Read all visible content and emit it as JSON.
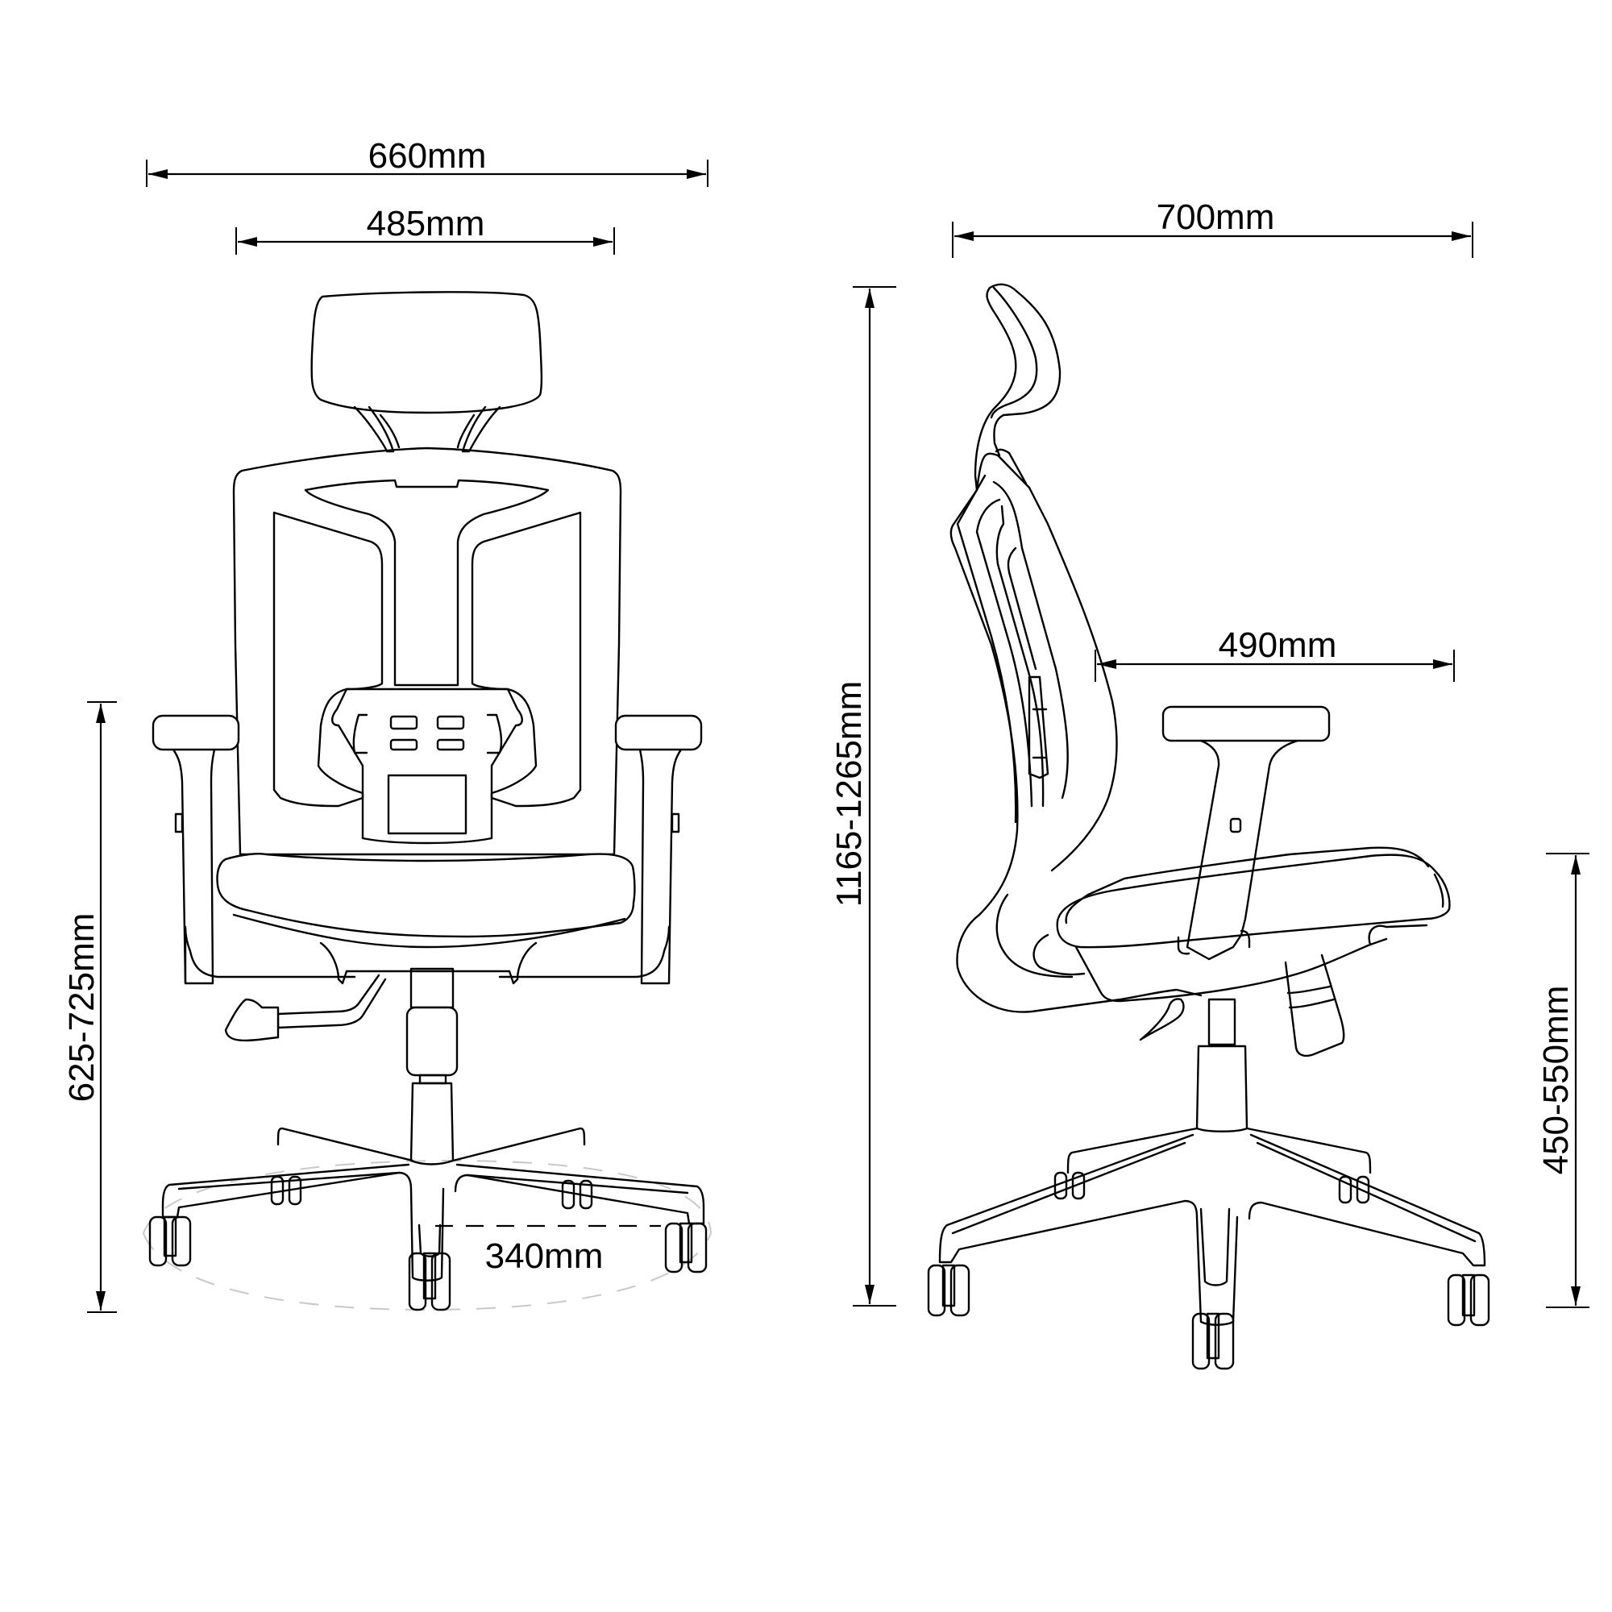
{
  "diagram": {
    "subject": "Office chair dimension drawing",
    "views": [
      {
        "name": "front-view"
      },
      {
        "name": "side-view"
      }
    ],
    "colors": {
      "line": "#000000",
      "background": "#ffffff",
      "ghost": "#c8c8c8"
    },
    "dimensions": {
      "overall_width": "660mm",
      "seat_width": "485mm",
      "overall_depth": "700mm",
      "seat_depth": "490mm",
      "overall_height": "1165-1265mm",
      "armrest_height": "625-725mm",
      "seat_height": "450-550mm",
      "base_radius": "340mm"
    }
  }
}
